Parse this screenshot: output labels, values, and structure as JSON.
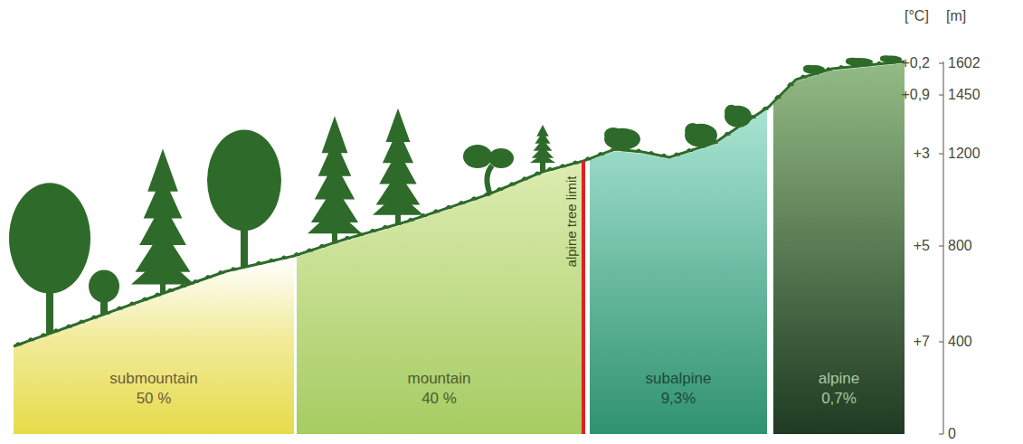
{
  "diagram": {
    "nodes": [
      {
        "text": [
          "submountain",
          "50 %"
        ]
      },
      {
        "text": [
          "mountain",
          "40 %"
        ]
      },
      {
        "text": [
          "subalpine",
          "9,3%"
        ]
      },
      {
        "text": [
          "alpine",
          "0,7%"
        ]
      }
    ],
    "labels": [
      "alpine tree limit",
      "[°C]",
      "[m]",
      "+0,2",
      "1602",
      "+0,9",
      "1450",
      "+3",
      "1200",
      "+5",
      "800",
      "+7",
      "400",
      "0"
    ]
  }
}
